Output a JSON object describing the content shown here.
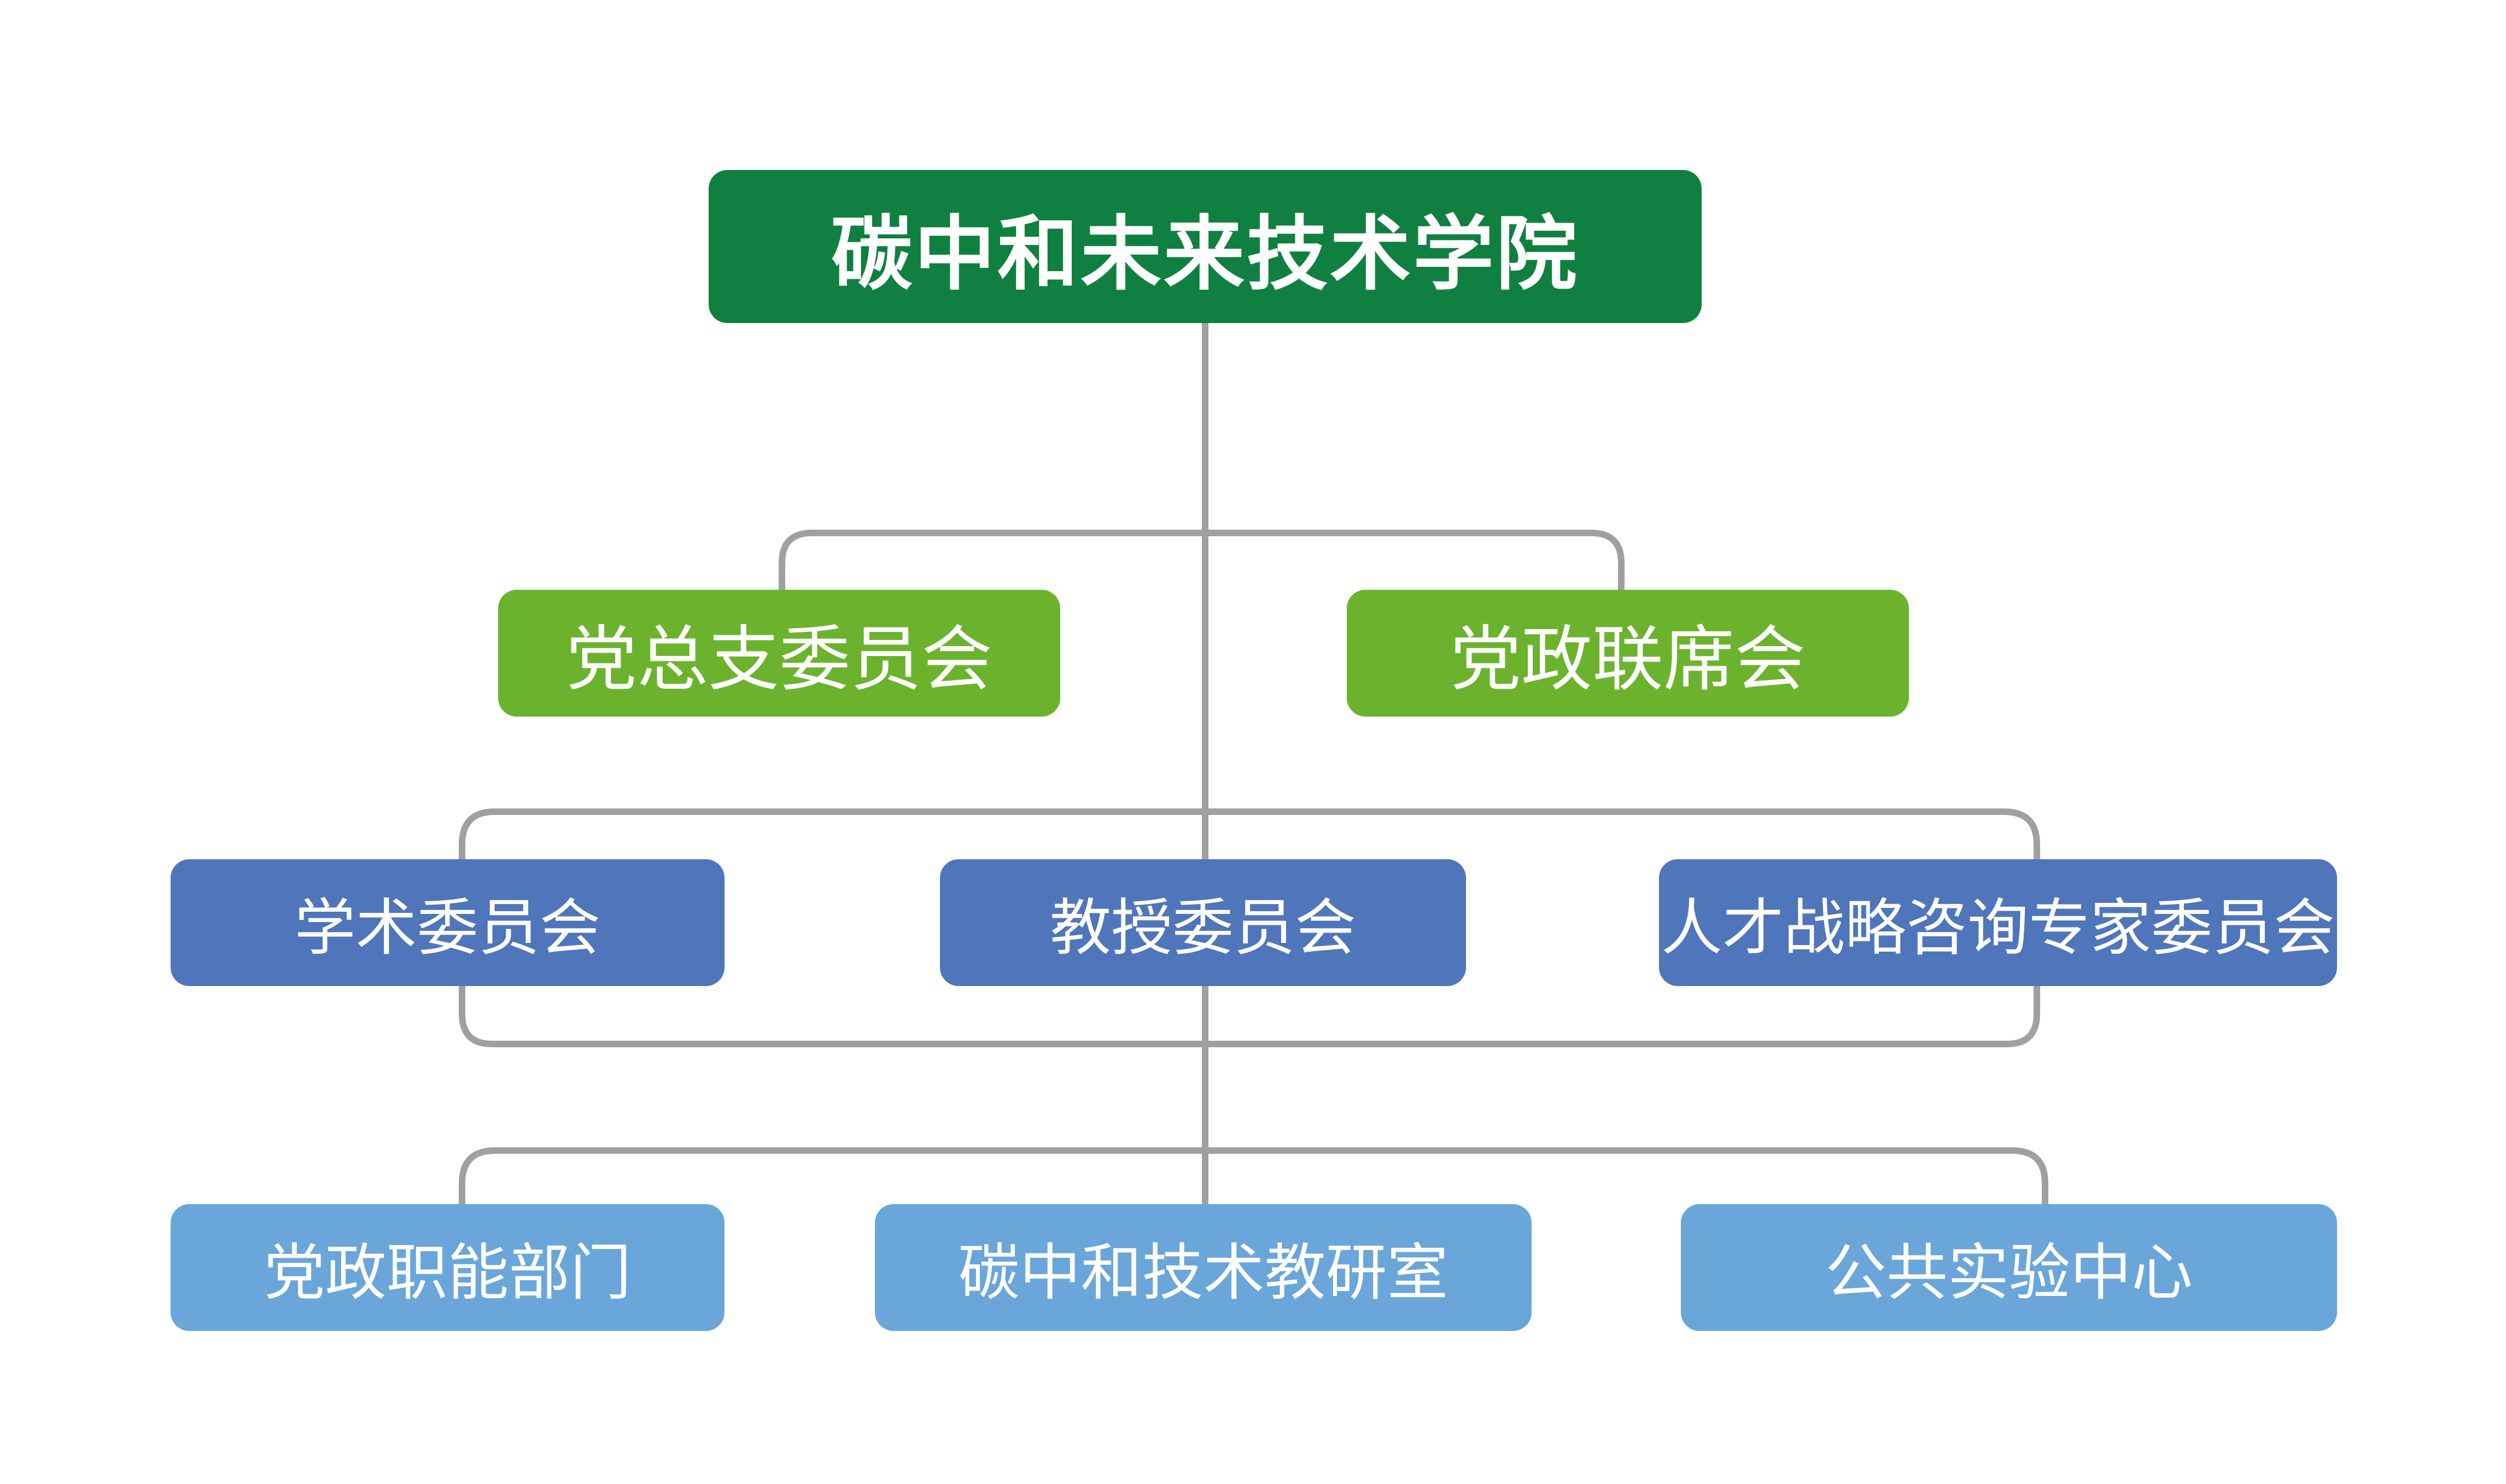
{
  "root": {
    "label": "碳中和未来技术学院"
  },
  "level2": [
    {
      "label": "党总支委员会"
    },
    {
      "label": "党政联席会"
    }
  ],
  "level3": [
    {
      "label": "学术委员会"
    },
    {
      "label": "教授委员会"
    },
    {
      "label": "人才战略咨询专家委员会"
    }
  ],
  "level4": [
    {
      "label": "党政职能部门"
    },
    {
      "label": "碳中和技术教研室"
    },
    {
      "label": "公共实验中心"
    }
  ],
  "colors": {
    "root": "#108040",
    "level2": "#6cb32d",
    "level3": "#4f75bb",
    "level4": "#6aa6d9",
    "connector": "#a0a0a0"
  }
}
